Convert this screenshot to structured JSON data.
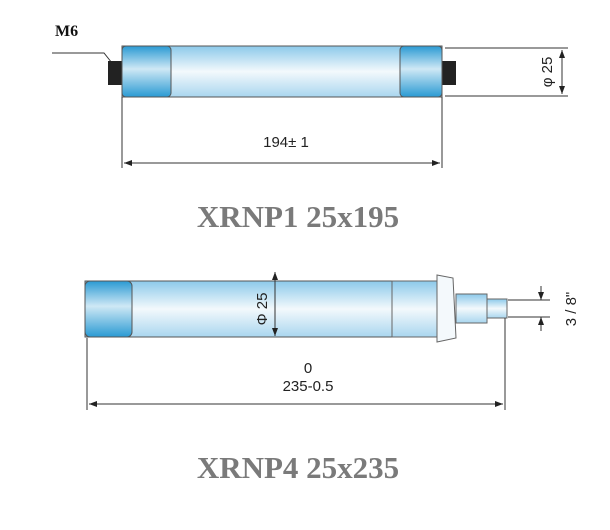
{
  "fuse1": {
    "thread_label": "M6",
    "diameter_label": "φ 25",
    "length_label": "194± 1",
    "title": "XRNP1 25x195"
  },
  "fuse2": {
    "diameter_label": "Φ 25",
    "stud_label": "3 / 8\"",
    "length_tolerance_upper": "0",
    "length_label": "235-0.5",
    "title": "XRNP4 25x235"
  },
  "colors": {
    "cap": "#2f9fd6",
    "body_light": "#eef6fb",
    "line": "#333333"
  }
}
